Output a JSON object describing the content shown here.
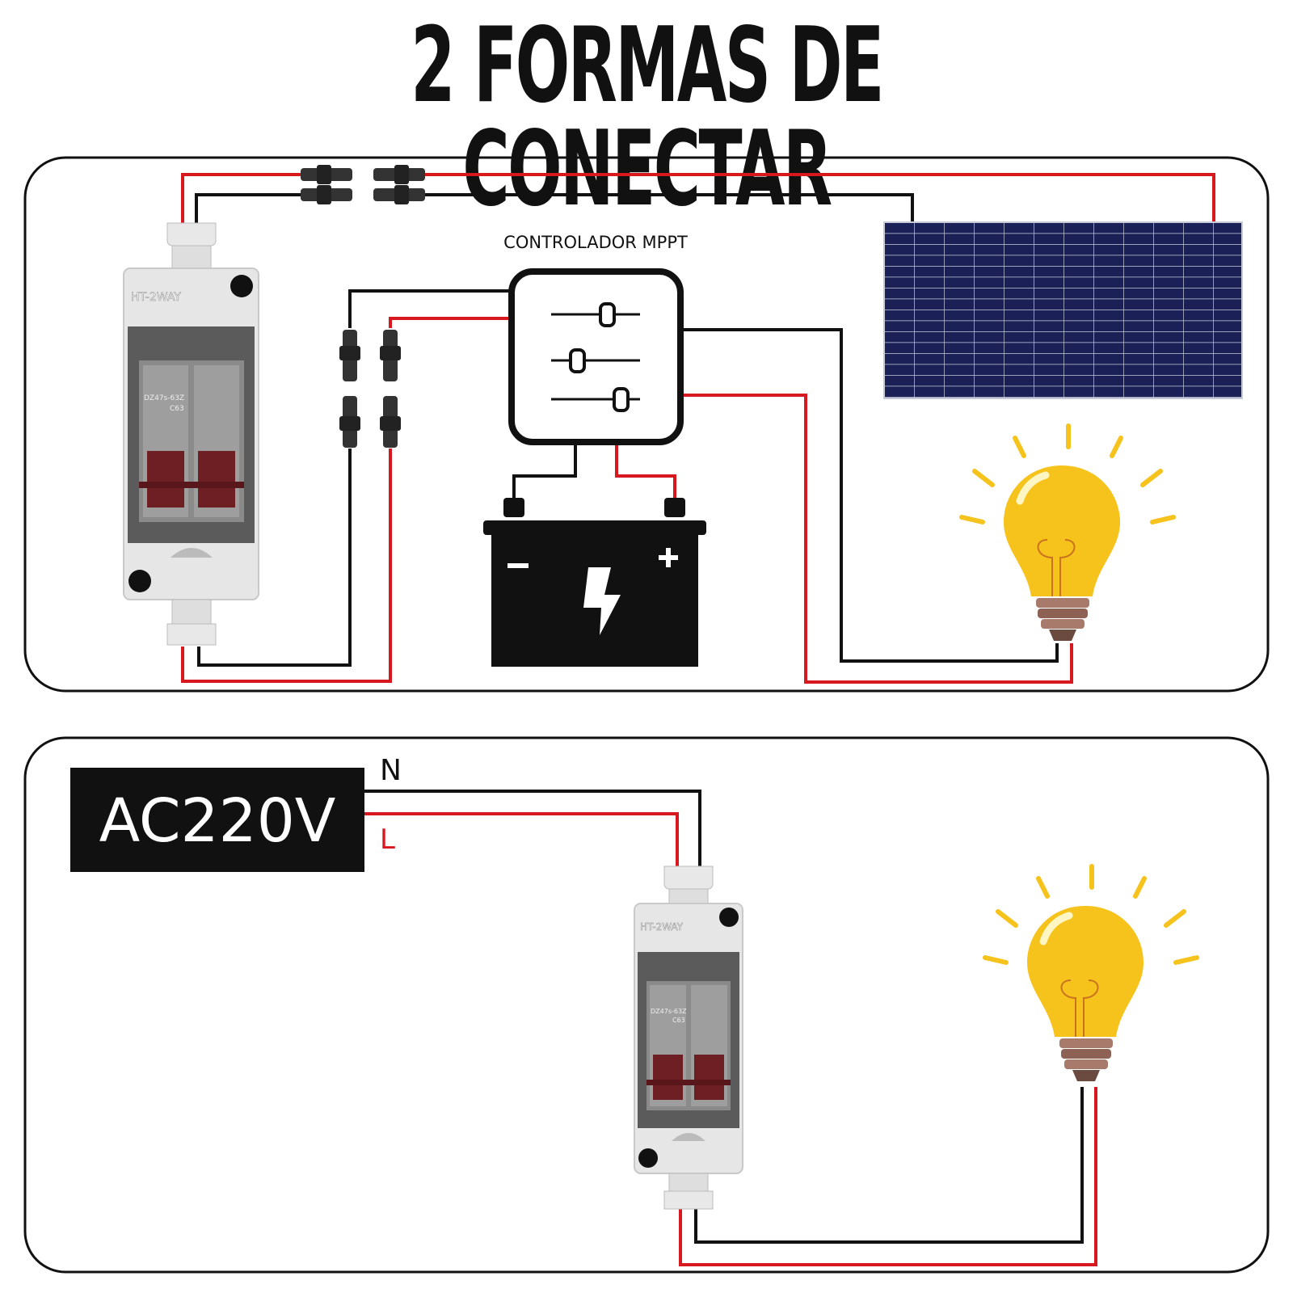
{
  "title": "2 FORMAS DE CONECTAR",
  "panel1": {
    "controller_label": "CONTROLADOR MPPT",
    "breaker_label": "HT-2WAY",
    "breaker_model": "DZ47s-63Z",
    "breaker_rating": "C63",
    "battery_minus": "−",
    "battery_plus": "+"
  },
  "panel2": {
    "source_label": "AC220V",
    "neutral_label": "N",
    "line_label": "L",
    "breaker_label": "HT-2WAY",
    "breaker_model": "DZ47s-63Z",
    "breaker_rating": "C63"
  },
  "colors": {
    "wire_positive": "#d7191f",
    "wire_negative": "#111111",
    "solar_panel": "#1b2157",
    "bulb": "#f6c21c"
  }
}
